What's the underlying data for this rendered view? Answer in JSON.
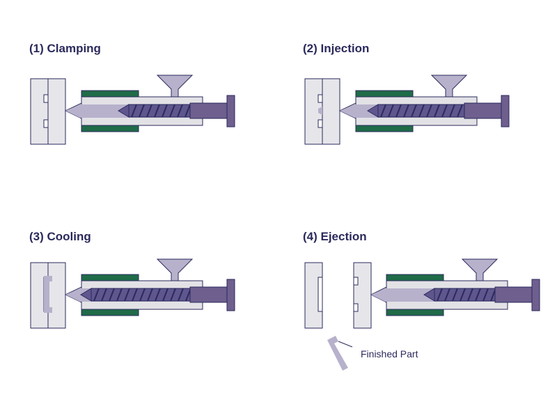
{
  "colors": {
    "outline": "#2b2a5c",
    "mold": "#e6e6ea",
    "barrel": "#e2e2e6",
    "heater": "#1f6b48",
    "melt": "#b7b1cc",
    "screw": "#5f568e",
    "ram": "#6e5f8e",
    "text": "#2b2a5c"
  },
  "panels": [
    {
      "title": "(1) Clamping",
      "state": "closed-empty"
    },
    {
      "title": "(2) Injection",
      "state": "closed-filling"
    },
    {
      "title": "(3) Cooling",
      "state": "closed-filled"
    },
    {
      "title": "(4) Ejection",
      "state": "open"
    }
  ],
  "ejection": {
    "part_label": "Finished Part"
  }
}
